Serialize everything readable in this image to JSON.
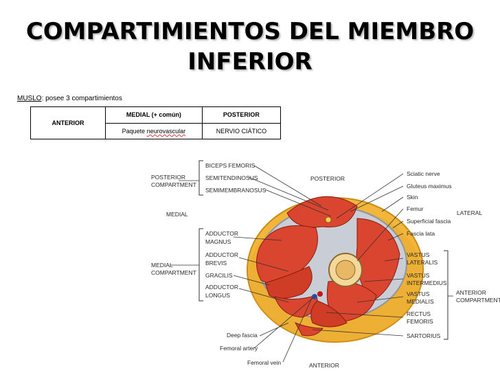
{
  "title": {
    "line1": "COMPARTIMIENTOS DEL MIEMBRO",
    "line2": "INFERIOR"
  },
  "intro": {
    "term": "MUSLO",
    "text": ": posee 3 compartimientos"
  },
  "table": {
    "anterior": "ANTERIOR",
    "medial_header": "MEDIAL (+ común)",
    "posterior_header": "POSTERIOR",
    "medial_value_a": "Paquete ",
    "medial_value_b": "neurovascular",
    "posterior_value": "NERVIO CIÁTICO"
  },
  "labels": {
    "posterior_compartment_1": "POSTERIOR",
    "posterior_compartment_2": "COMPARTMENT",
    "biceps": "BICEPS FEMORIS",
    "semitend": "SEMITENDINOSUS",
    "semimemb": "SEMIMEMBRANOSUS",
    "posterior": "POSTERIOR",
    "sciatic": "Sciatic nerve",
    "glut": "Gluteus maximus",
    "skin": "Skin",
    "femur": "Femur",
    "lateral": "LATERAL",
    "sup_fascia": "Superficial fascia",
    "fascia_lata": "Fascia lata",
    "medial": "MEDIAL",
    "add_mag_1": "ADDUCTOR",
    "add_mag_2": "MAGNUS",
    "add_brev_1": "ADDUCTOR",
    "add_brev_2": "BREVIS",
    "gracilis": "GRACILIS",
    "add_long_1": "ADDUCTOR",
    "add_long_2": "LONGUS",
    "medial_comp_1": "MEDIAL",
    "medial_comp_2": "COMPARTMENT",
    "vl_1": "VASTUS",
    "vl_2": "LATERALIS",
    "vi_1": "VASTUS",
    "vi_2": "INTERMEDIUS",
    "vm_1": "VASTUS",
    "vm_2": "MEDIALIS",
    "rf_1": "RECTUS",
    "rf_2": "FEMORIS",
    "sartorius": "SARTORIUS",
    "ant_comp_1": "ANTERIOR",
    "ant_comp_2": "COMPARTMENT",
    "deep_fascia": "Deep fascia",
    "fem_artery": "Femoral artery",
    "fem_vein": "Femoral vein",
    "anterior": "ANTERIOR"
  },
  "colors": {
    "muscle": "#d9452e",
    "fat": "#f0b73a",
    "fascia": "#c9ced6"
  }
}
